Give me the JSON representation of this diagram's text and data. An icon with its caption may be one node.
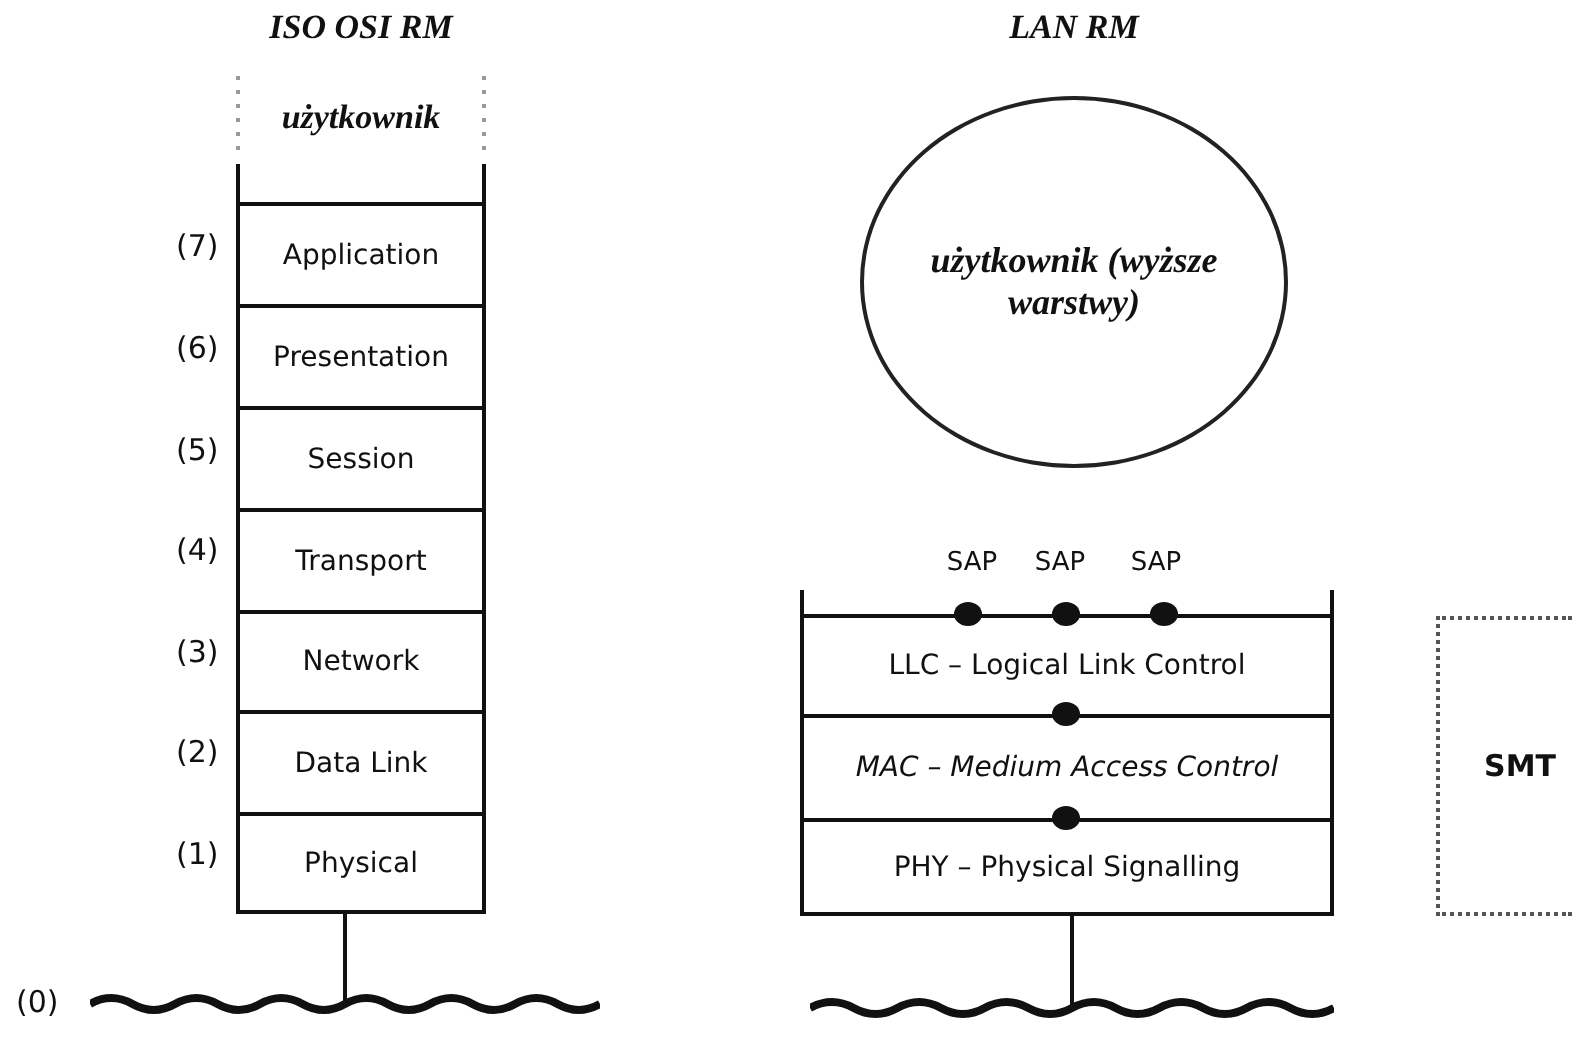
{
  "diagram": {
    "nodes": [
      {
        "text": [
          "użytkownik"
        ]
      },
      {
        "text": [
          "Application"
        ],
        "beside": [
          "(7)"
        ]
      },
      {
        "text": [
          "Presentation"
        ],
        "beside": [
          "(6)"
        ]
      },
      {
        "text": [
          "Session"
        ],
        "beside": [
          "(5)"
        ]
      },
      {
        "text": [
          "Transport"
        ],
        "beside": [
          "(4)"
        ]
      },
      {
        "text": [
          "Network"
        ],
        "beside": [
          "(3)"
        ]
      },
      {
        "text": [
          "Data Link"
        ],
        "beside": [
          "(2)"
        ]
      },
      {
        "text": [
          "Physical"
        ],
        "beside": [
          "(1)"
        ]
      },
      {
        "text": [],
        "shape": "cable",
        "beside": [
          "(0)"
        ]
      },
      {
        "text": [
          "użytkownik (wyższe warstwy)"
        ]
      },
      {
        "text": [
          "LLC – Logical Link Control"
        ]
      },
      {
        "text": [
          "MAC – Medium Access Control"
        ]
      },
      {
        "text": [
          "PHY – Physical Signalling"
        ]
      },
      {
        "text": [],
        "shape": "cable"
      },
      {
        "text": [
          "SMT"
        ]
      }
    ],
    "edges": [
      {
        "from": 7,
        "to": 8,
        "arrow": "none"
      },
      {
        "from": 12,
        "to": 13,
        "arrow": "none"
      }
    ],
    "labels": [
      "ISO OSI RM",
      "LAN RM",
      "SAP",
      "SAP",
      "SAP"
    ]
  }
}
